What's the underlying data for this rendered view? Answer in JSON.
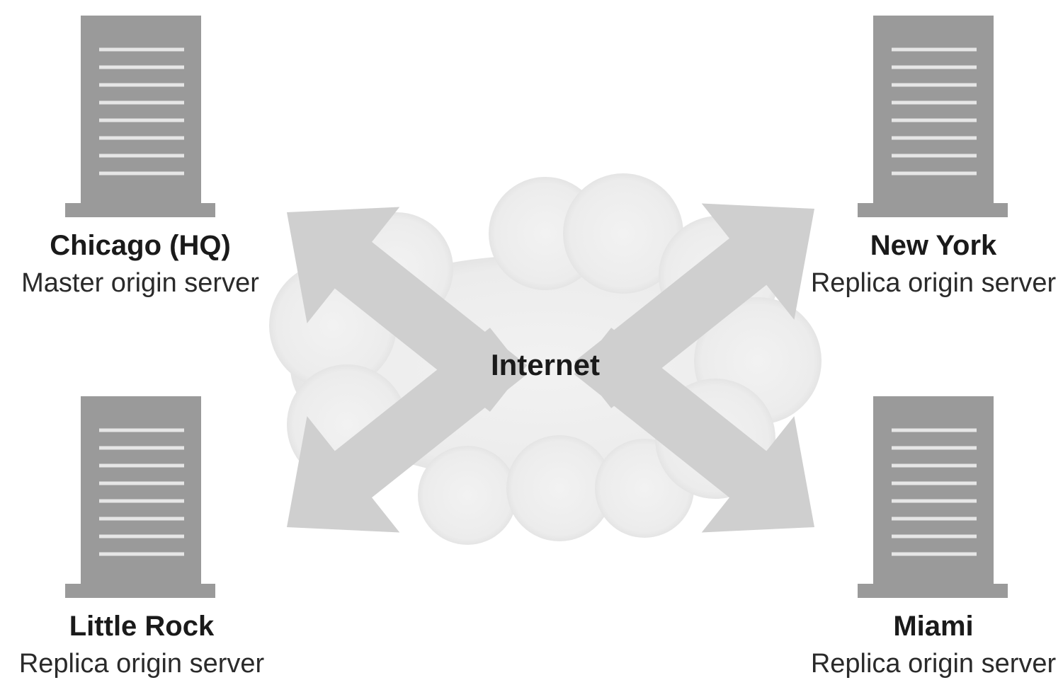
{
  "cloud": {
    "label": "Internet"
  },
  "servers": [
    {
      "id": "chicago",
      "name": "Chicago (HQ)",
      "role": "Master origin server"
    },
    {
      "id": "new-york",
      "name": "New York",
      "role": "Replica origin server"
    },
    {
      "id": "little-rock",
      "name": "Little Rock",
      "role": "Replica origin server"
    },
    {
      "id": "miami",
      "name": "Miami",
      "role": "Replica origin server"
    }
  ],
  "colors": {
    "server_body": "#9a9a9a",
    "server_lines": "#e6e6e6",
    "cloud_fill": "#efefef",
    "arrow_fill": "#cfcfcf"
  }
}
